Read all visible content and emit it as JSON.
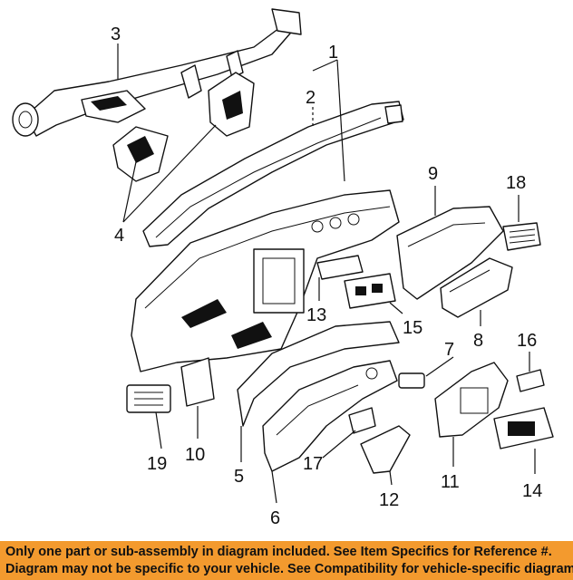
{
  "diagram": {
    "part_labels": {
      "p1": "1",
      "p2": "2",
      "p3": "3",
      "p4": "4",
      "p5": "5",
      "p6": "6",
      "p7": "7",
      "p8": "8",
      "p9": "9",
      "p10": "10",
      "p11": "11",
      "p12": "12",
      "p13": "13",
      "p14": "14",
      "p15": "15",
      "p16": "16",
      "p17": "17",
      "p18": "18",
      "p19": "19"
    }
  },
  "footer": {
    "line1": "Only one part or sub-assembly in diagram included. See Item Specifics for Reference #.",
    "line2": "Diagram may not be specific to your vehicle. See Compatibility for vehicle-specific diagrams.",
    "background_color": "#f39a2e"
  }
}
